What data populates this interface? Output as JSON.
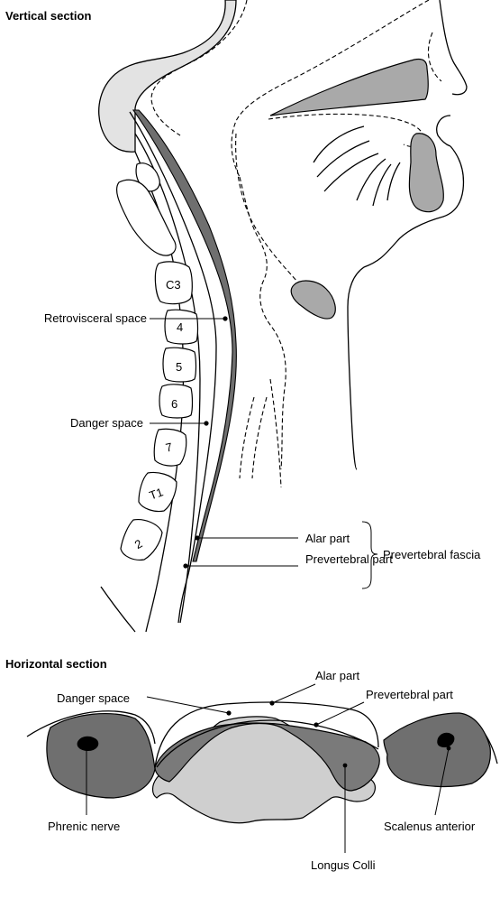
{
  "vertical_section": {
    "title": "Vertical section",
    "vertebrae": [
      "C3",
      "4",
      "5",
      "6",
      "7",
      "T1",
      "2"
    ],
    "labels": {
      "retrovisceral_space": "Retrovisceral space",
      "danger_space": "Danger space",
      "alar_part": "Alar part",
      "prevertebral_part": "Prevertebral part",
      "prevertebral_fascia": "Prevertebral fascia"
    }
  },
  "horizontal_section": {
    "title": "Horizontal section",
    "labels": {
      "alar_part": "Alar part",
      "danger_space": "Danger space",
      "prevertebral_part": "Prevertebral part",
      "phrenic_nerve": "Phrenic nerve",
      "scalenus_anterior": "Scalenus anterior",
      "longus_colli": "Longus Colli"
    }
  },
  "colors": {
    "dark_fill": "#6f6f6f",
    "mid_fill": "#a9a9a9",
    "light_fill": "#dcdcdc",
    "bone_fill": "#e6e6e6"
  }
}
